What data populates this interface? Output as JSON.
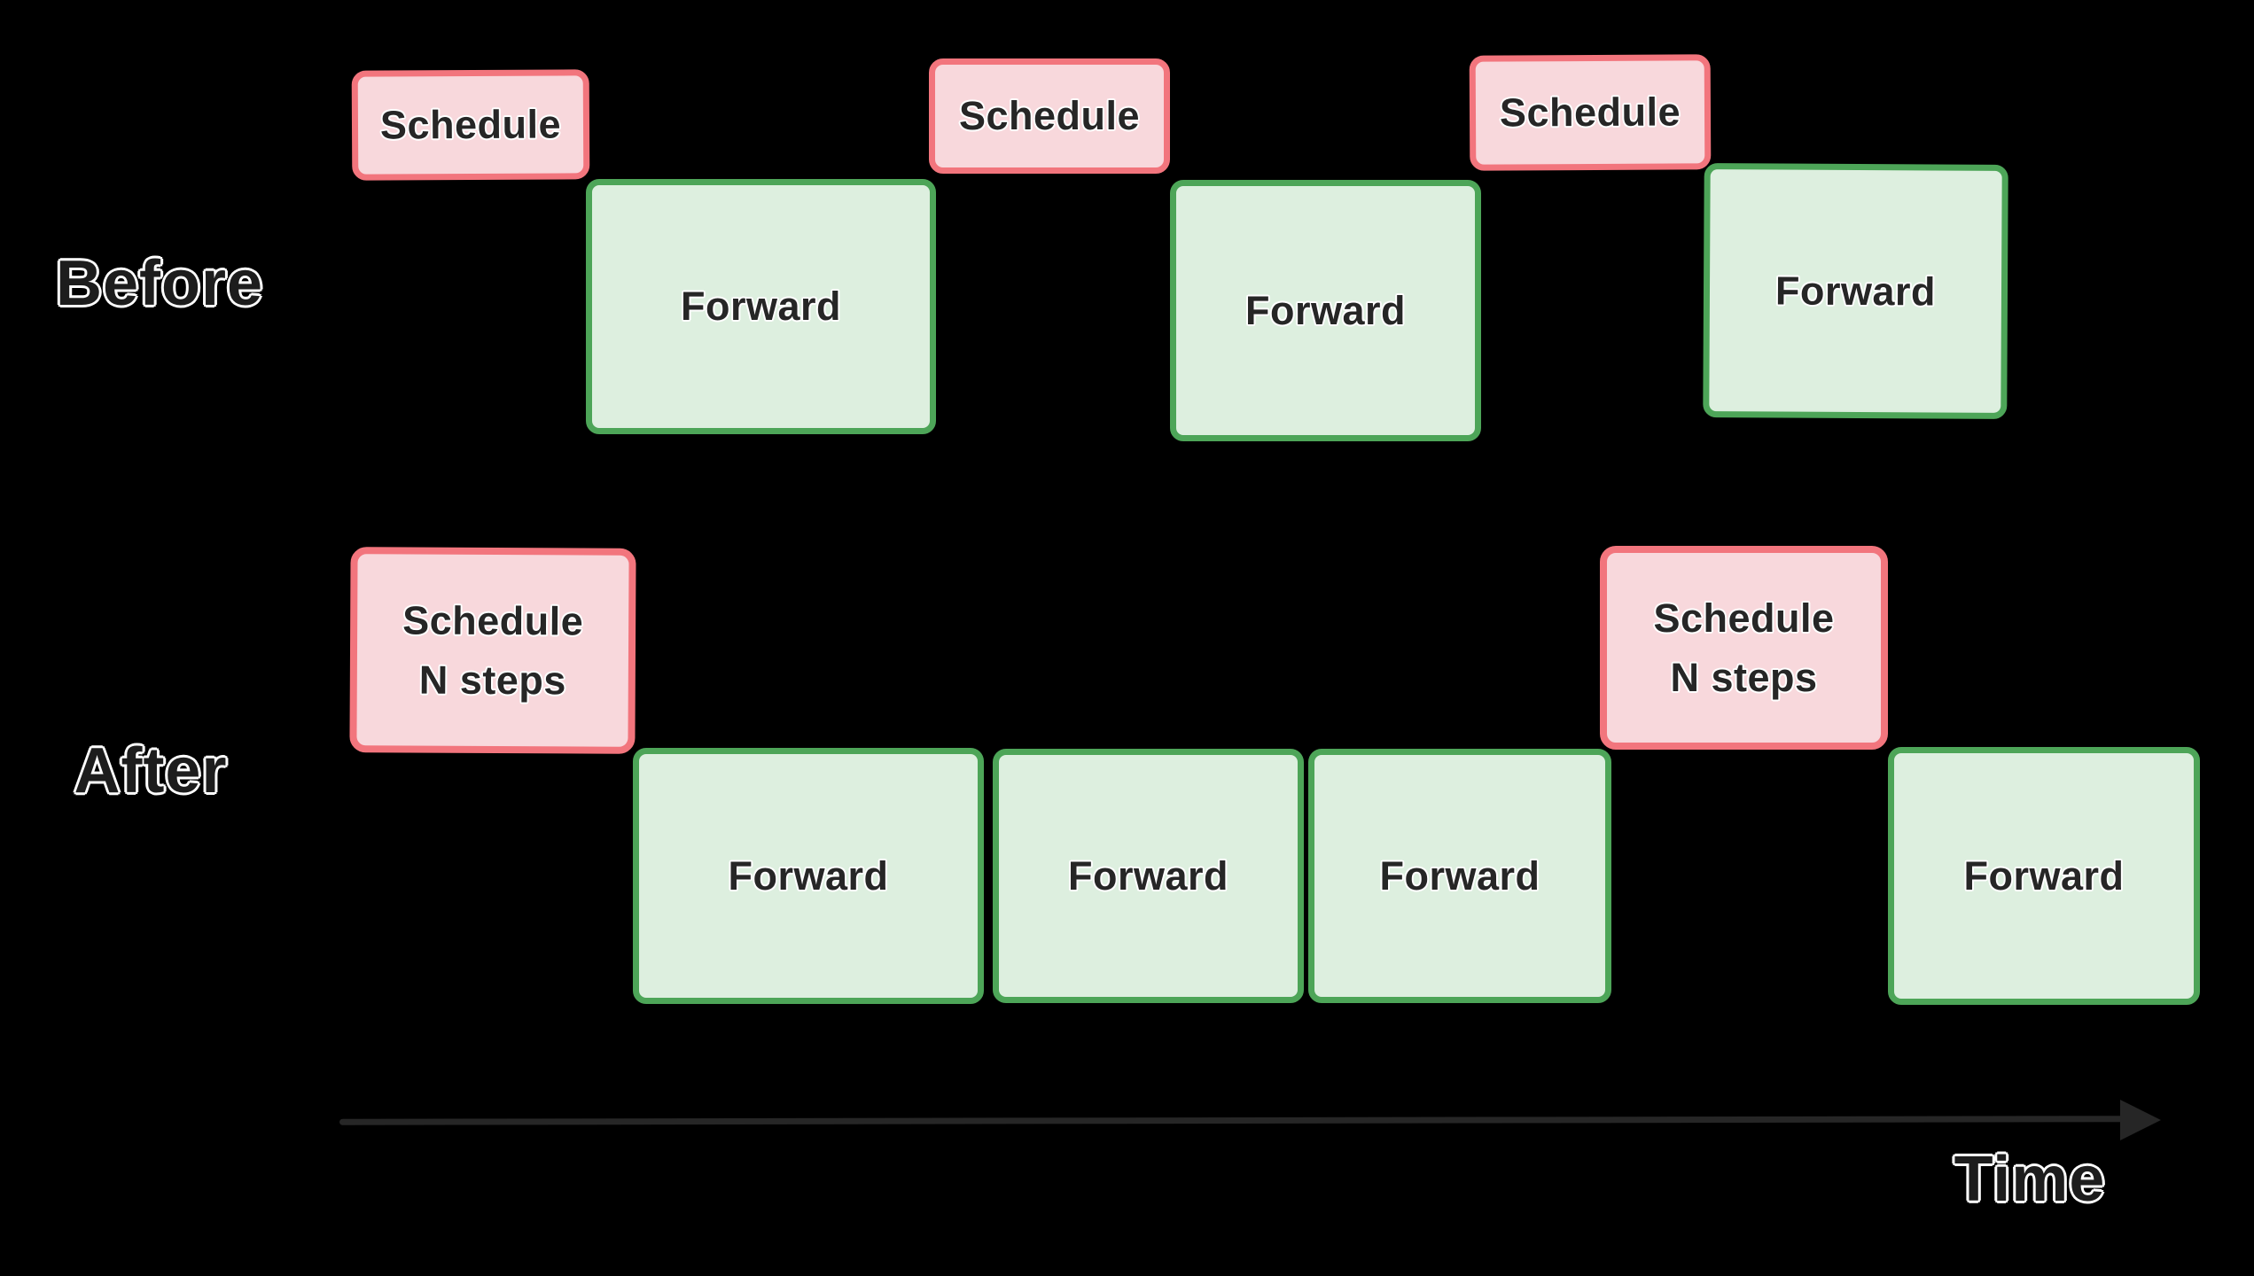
{
  "background": "#000000",
  "colors": {
    "schedule_fill": "#f8d8dc",
    "schedule_border": "#f2757d",
    "forward_fill": "#ddefdf",
    "forward_border": "#4da558",
    "text_dark": "#262626",
    "halo": "#ffffff",
    "arrow": "#262626",
    "background": "#000000"
  },
  "rows": {
    "before": {
      "label": "Before",
      "blocks": [
        {
          "kind": "schedule",
          "label": "Schedule"
        },
        {
          "kind": "forward",
          "label": "Forward"
        },
        {
          "kind": "schedule",
          "label": "Schedule"
        },
        {
          "kind": "forward",
          "label": "Forward"
        },
        {
          "kind": "schedule",
          "label": "Schedule"
        },
        {
          "kind": "forward",
          "label": "Forward"
        }
      ]
    },
    "after": {
      "label": "After",
      "blocks": [
        {
          "kind": "schedule",
          "label_line1": "Schedule",
          "label_line2": "N steps"
        },
        {
          "kind": "forward",
          "label": "Forward"
        },
        {
          "kind": "forward",
          "label": "Forward"
        },
        {
          "kind": "forward",
          "label": "Forward"
        },
        {
          "kind": "schedule",
          "label_line1": "Schedule",
          "label_line2": "N steps"
        },
        {
          "kind": "forward",
          "label": "Forward"
        }
      ]
    }
  },
  "axis": {
    "label": "Time"
  }
}
